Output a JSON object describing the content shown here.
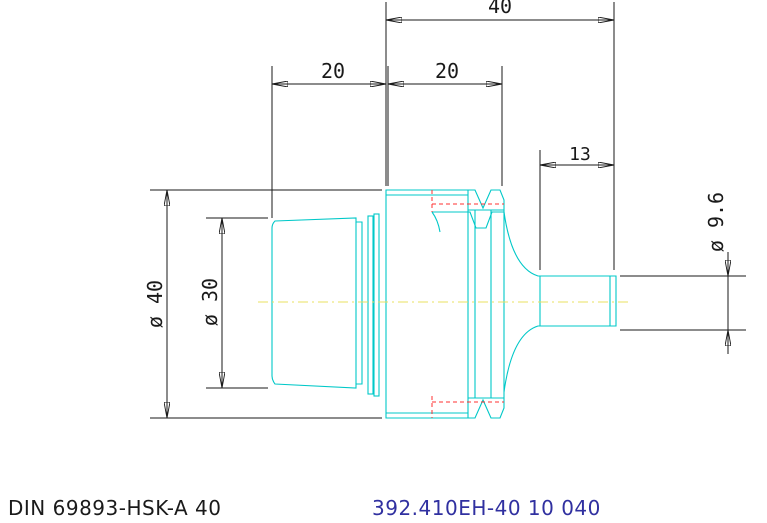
{
  "dimensions": {
    "total_length": "40",
    "taper_length": "20",
    "flange_length": "20",
    "shank_length": "13",
    "outer_diameter": "ø 40",
    "taper_diameter": "ø 30",
    "shank_diameter": "ø 9.6"
  },
  "footer": {
    "standard": "DIN 69893-HSK-A 40",
    "part_number": "392.410EH-40 10 040"
  },
  "colors": {
    "outline": "#00c8c8",
    "dimension": "#1a1a1a",
    "hidden": "#ff3030",
    "centerline": "#e8e060",
    "part_number": "#3030a0"
  }
}
